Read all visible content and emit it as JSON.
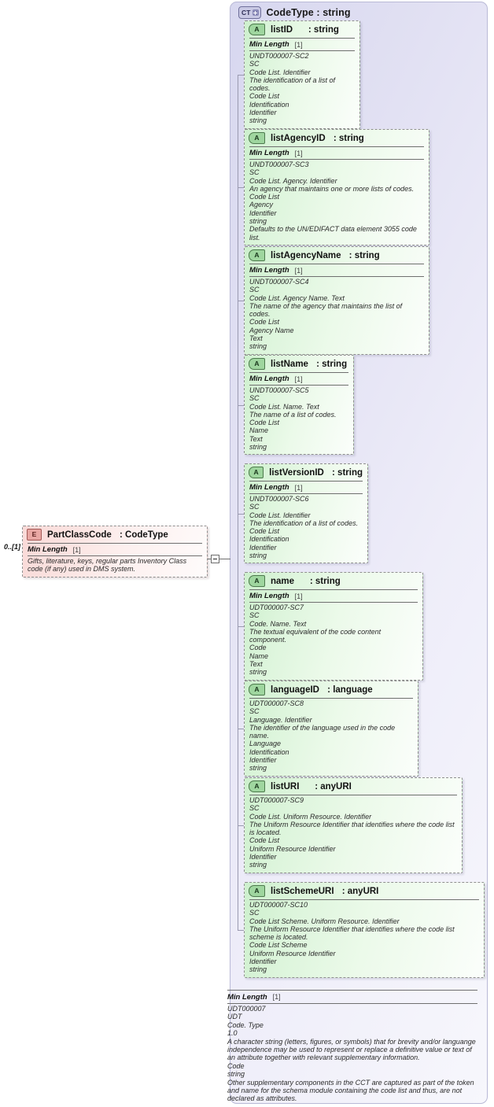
{
  "diagram": {
    "title": "XSD schema diagram — PartClassCode : CodeType",
    "min_length_label": "Min Length",
    "min_length_value": "[1]",
    "badges": {
      "complex_type": "CT",
      "attribute": "A",
      "element": "E"
    }
  },
  "element": {
    "icon": "E",
    "name": "PartClassCode",
    "type": " : CodeType",
    "cardinality": "0..[1]",
    "min_length_label": "Min Length",
    "min_length_value": "[1]",
    "annotation": "Gifts, literature, keys, regular parts Inventory Class code (if any) used in DMS system."
  },
  "complex_type": {
    "icon": "CT",
    "title": "CodeType : string",
    "footer": {
      "min_length_label": "Min Length",
      "min_length_value": "[1]",
      "lines": [
        "UDT000007",
        "UDT",
        "Code. Type",
        "1.0",
        "A character string (letters, figures, or symbols) that for brevity and/or languange independence may be used to represent or replace a definitive value or text of an attribute together with relevant supplementary information.",
        "Code",
        "string",
        "Other supplementary components in the CCT are captured as part of the token and name for the schema module containing the code list and thus, are not declared as attributes."
      ]
    }
  },
  "attributes": [
    {
      "icon": "A",
      "name": "listID",
      "type": "    : string",
      "has_min_length": true,
      "min_length_label": "Min Length",
      "min_length_value": "[1]",
      "lines": [
        "UNDT000007-SC2",
        "SC",
        "Code List. Identifier",
        "The identification of a list of codes.",
        "Code List",
        "Identification",
        "Identifier",
        "string"
      ]
    },
    {
      "icon": "A",
      "name": "listAgencyID",
      "type": " : string",
      "has_min_length": true,
      "min_length_label": "Min Length",
      "min_length_value": "[1]",
      "lines": [
        "UNDT000007-SC3",
        "SC",
        "Code List. Agency. Identifier",
        "An agency that maintains one or more lists of codes.",
        "Code List",
        "Agency",
        "Identifier",
        "string",
        "Defaults to the UN/EDIFACT data element 3055 code list."
      ]
    },
    {
      "icon": "A",
      "name": "listAgencyName",
      "type": " : string",
      "has_min_length": true,
      "min_length_label": "Min Length",
      "min_length_value": "[1]",
      "lines": [
        "UNDT000007-SC4",
        "SC",
        "Code List. Agency Name. Text",
        "The name of the agency that maintains the list of codes.",
        "Code List",
        "Agency Name",
        "Text",
        "string"
      ]
    },
    {
      "icon": "A",
      "name": "listName",
      "type": " : string",
      "has_min_length": true,
      "min_length_label": "Min Length",
      "min_length_value": "[1]",
      "lines": [
        "UNDT000007-SC5",
        "SC",
        "Code List. Name. Text",
        "The name of a list of codes.",
        "Code List",
        "Name",
        "Text",
        "string"
      ]
    },
    {
      "icon": "A",
      "name": "listVersionID",
      "type": " : string",
      "has_min_length": true,
      "min_length_label": "Min Length",
      "min_length_value": "[1]",
      "lines": [
        "UNDT000007-SC6",
        "SC",
        "Code List. Identifier",
        "The identification of a list of codes.",
        "Code List",
        "Identification",
        "Identifier",
        "string"
      ]
    },
    {
      "icon": "A",
      "name": "name",
      "type": "    : string",
      "has_min_length": true,
      "min_length_label": "Min Length",
      "min_length_value": "[1]",
      "lines": [
        "UDT000007-SC7",
        "SC",
        "Code. Name. Text",
        "The textual equivalent of the code content component.",
        "Code",
        "Name",
        "Text",
        "string"
      ]
    },
    {
      "icon": "A",
      "name": "languageID",
      "type": " : language",
      "has_min_length": false,
      "min_length_label": "",
      "min_length_value": "",
      "lines": [
        "UDT000007-SC8",
        "SC",
        "Language. Identifier",
        "The identifier of the language used in the code name.",
        "Language",
        "Identification",
        "Identifier",
        "string"
      ]
    },
    {
      "icon": "A",
      "name": "listURI",
      "type": "    : anyURI",
      "has_min_length": false,
      "min_length_label": "",
      "min_length_value": "",
      "lines": [
        "UDT000007-SC9",
        "SC",
        "Code List. Uniform Resource. Identifier",
        "The Uniform Resource Identifier that identifies where the code list is located.",
        "Code List",
        "Uniform Resource Identifier",
        "Identifier",
        "string"
      ]
    },
    {
      "icon": "A",
      "name": "listSchemeURI",
      "type": " : anyURI",
      "has_min_length": false,
      "min_length_label": "",
      "min_length_value": "",
      "lines": [
        "UDT000007-SC10",
        "SC",
        "Code List Scheme. Uniform Resource. Identifier",
        "The Uniform Resource Identifier that identifies where the code list scheme is located.",
        "Code List Scheme",
        "Uniform Resource Identifier",
        "Identifier",
        "string"
      ]
    }
  ]
}
